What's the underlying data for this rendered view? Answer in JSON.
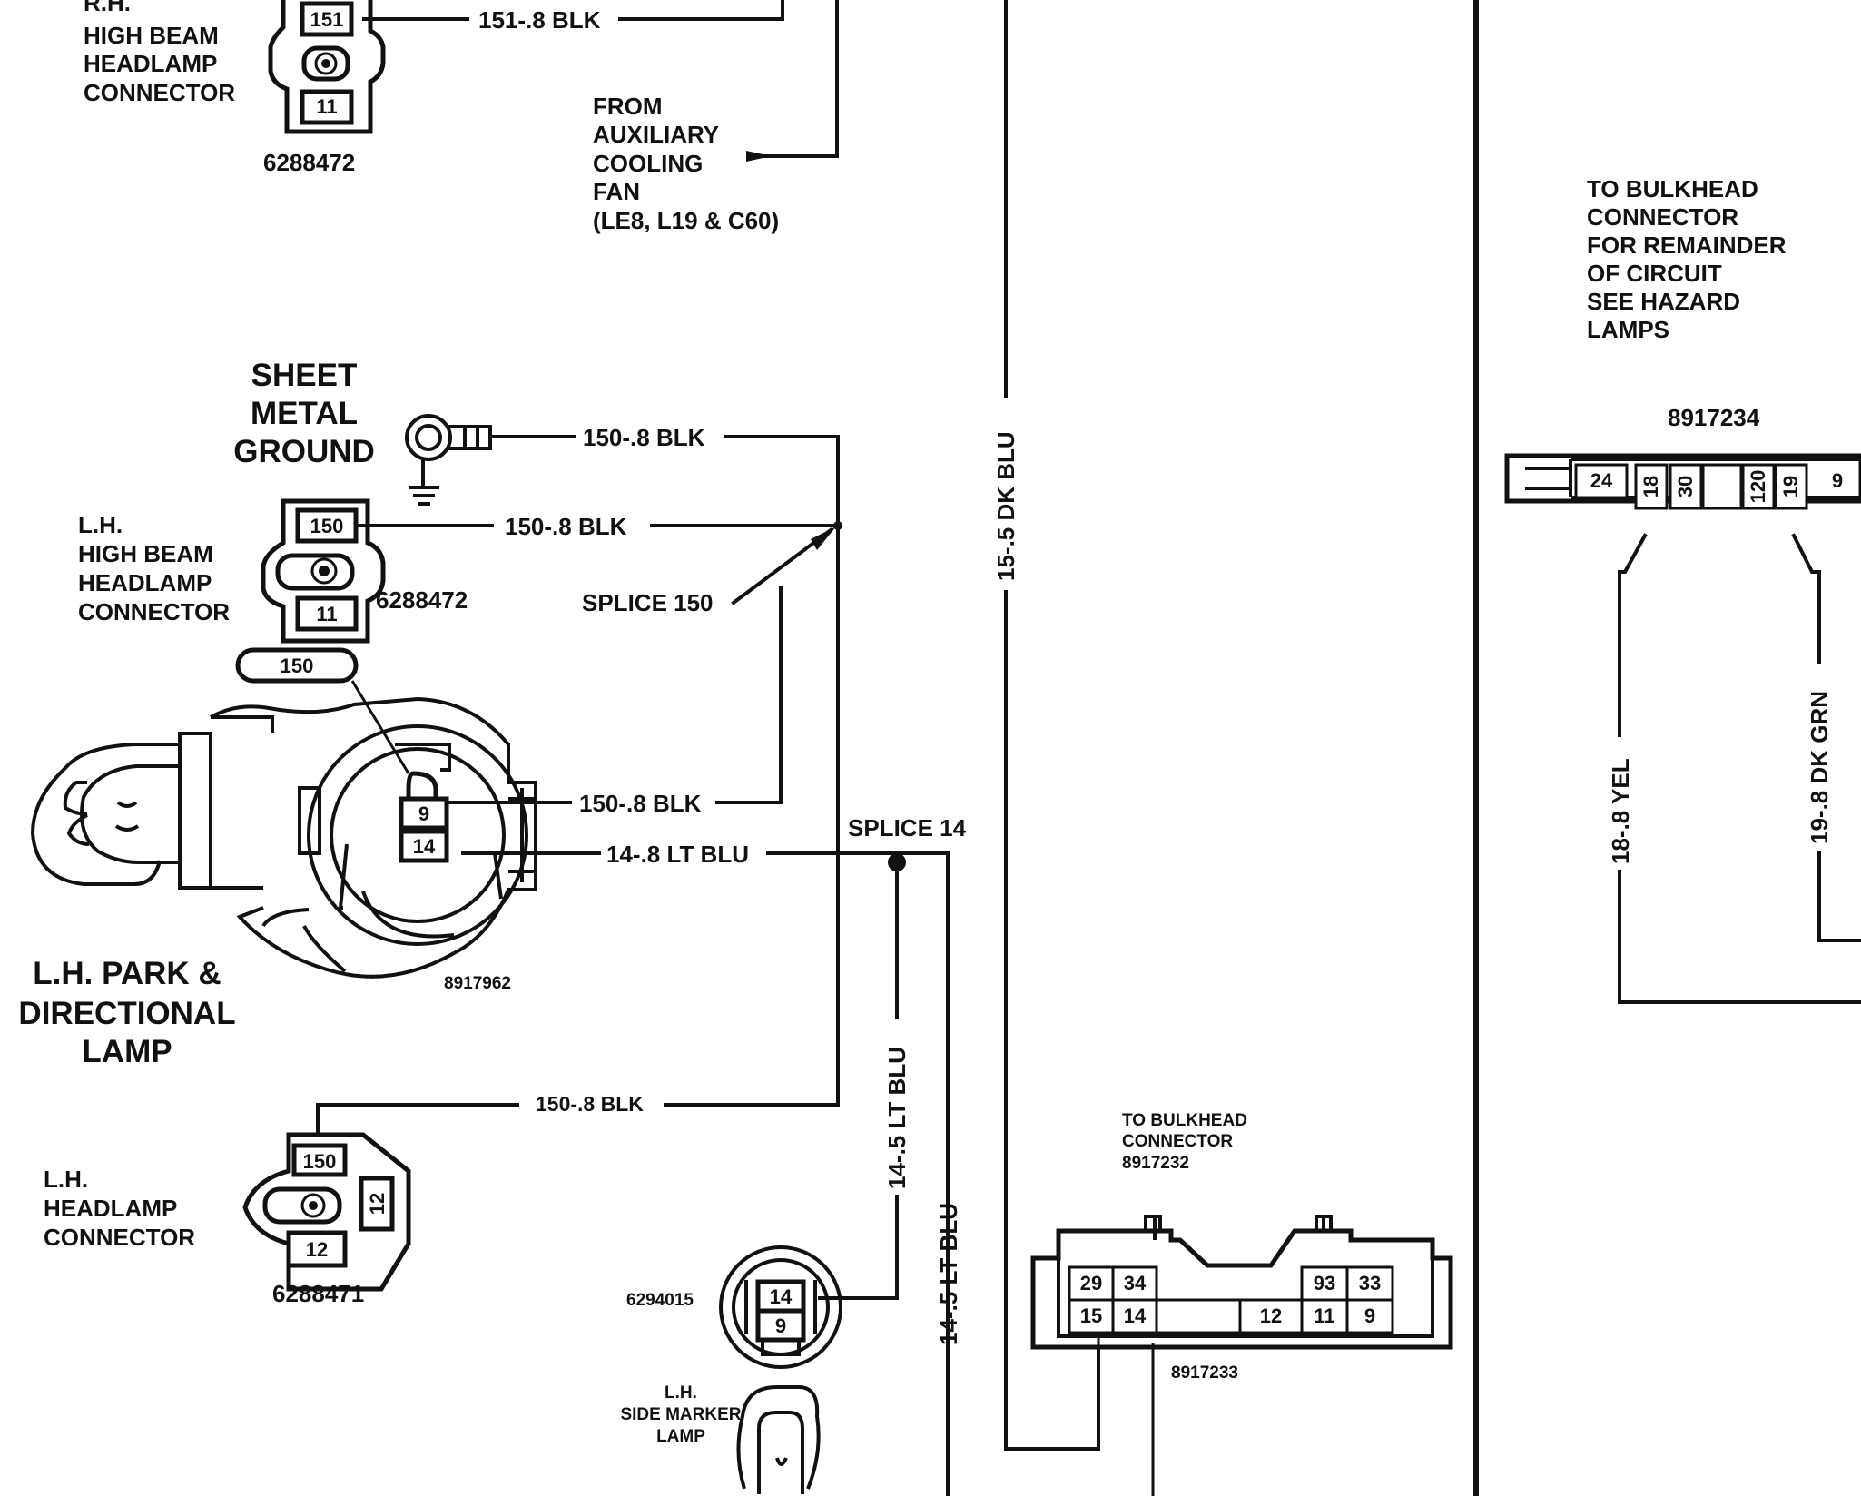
{
  "rh_connector": {
    "label_line1": "R.H.",
    "label_line2": "HIGH BEAM",
    "label_line3": "HEADLAMP",
    "label_line4": "CONNECTOR",
    "pin_top": "151",
    "pin_bottom": "11",
    "part_number": "6288472",
    "wire_label": "151-.8 BLK"
  },
  "aux_fan_note": {
    "line1": "FROM",
    "line2": "AUXILIARY",
    "line3": "COOLING",
    "line4": "FAN",
    "line5": "(LE8, L19 & C60)"
  },
  "hazard_note": {
    "line1": "TO BULKHEAD",
    "line2": "CONNECTOR",
    "line3": "FOR REMAINDER",
    "line4": "OF CIRCUIT",
    "line5": "SEE  HAZARD",
    "line6": "LAMPS"
  },
  "ground": {
    "line1": "SHEET",
    "line2": "METAL",
    "line3": "GROUND",
    "wire_label": "150-.8 BLK"
  },
  "lh_high_beam": {
    "label_line1": "L.H.",
    "label_line2": "HIGH BEAM",
    "label_line3": "HEADLAMP",
    "label_line4": "CONNECTOR",
    "pin_top": "150",
    "pin_bottom": "11",
    "part_number": "6288472",
    "wire_label": "150-.8 BLK"
  },
  "splice150": {
    "label": "SPLICE 150"
  },
  "park_lamp": {
    "label_line1": "L.H. PARK &",
    "label_line2": "DIRECTIONAL",
    "label_line3": "LAMP",
    "tag": "150",
    "pin_top": "9",
    "pin_bottom": "14",
    "part_number": "8917962",
    "wire_black": "150-.8 BLK",
    "wire_blue": "14-.8 LT BLU"
  },
  "splice14": {
    "label": "SPLICE 14"
  },
  "lh_headlamp": {
    "label_line1": "L.H.",
    "label_line2": "HEADLAMP",
    "label_line3": "CONNECTOR",
    "pin_top": "150",
    "pin_right": "12",
    "pin_bottom": "12",
    "part_number": "6288471",
    "wire_label": "150-.8 BLK"
  },
  "side_marker": {
    "label_line1": "L.H.",
    "label_line2": "SIDE MARKER",
    "label_line3": "LAMP",
    "part_number": "6294015",
    "pin_top": "14",
    "pin_bottom": "9"
  },
  "vertical_wires": {
    "dk_blu": "15-.5 DK BLU",
    "lt_blu_a": "14-.5 LT BLU",
    "lt_blu_b": "14-.5 LT BLU"
  },
  "bulkhead_bottom": {
    "line1": "TO BULKHEAD",
    "line2": "CONNECTOR",
    "line3": "8917232",
    "part_number": "8917233",
    "top_pins": [
      "29",
      "34",
      "93",
      "33"
    ],
    "bottom_pins": [
      "15",
      "14",
      "12",
      "11",
      "9"
    ]
  },
  "bulkhead_top": {
    "part_number": "8917234",
    "pins": [
      "24",
      "18",
      "30",
      "120",
      "19",
      "9"
    ],
    "wire_yel": "18-.8 YEL",
    "wire_grn": "19-.8 DK GRN"
  }
}
